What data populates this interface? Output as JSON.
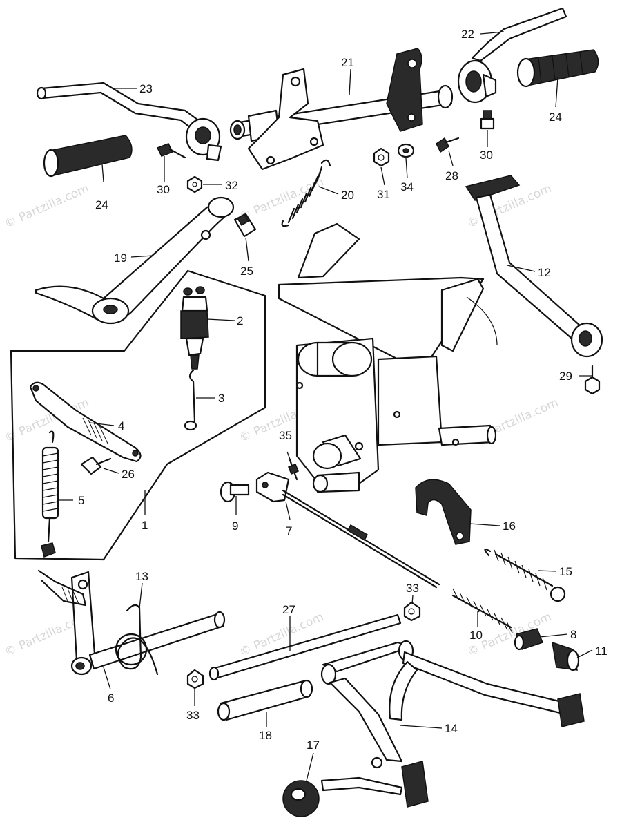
{
  "watermark": {
    "text": "© Partzilla.com"
  },
  "callouts": {
    "c1": "1",
    "c2": "2",
    "c3": "3",
    "c4": "4",
    "c5": "5",
    "c6": "6",
    "c7": "7",
    "c8": "8",
    "c9": "9",
    "c10": "10",
    "c11": "11",
    "c12": "12",
    "c13": "13",
    "c14": "14",
    "c15": "15",
    "c16": "16",
    "c17": "17",
    "c18": "18",
    "c19": "19",
    "c20": "20",
    "c21": "21",
    "c22": "22",
    "c23": "23",
    "c24a": "24",
    "c24b": "24",
    "c25": "25",
    "c26": "26",
    "c27": "27",
    "c28": "28",
    "c29": "29",
    "c30a": "30",
    "c30b": "30",
    "c31": "31",
    "c32": "32",
    "c33a": "33",
    "c33b": "33",
    "c34": "34",
    "c35": "35"
  },
  "style": {
    "line_color": "#111111",
    "watermark_color": "#b8b8b8"
  }
}
